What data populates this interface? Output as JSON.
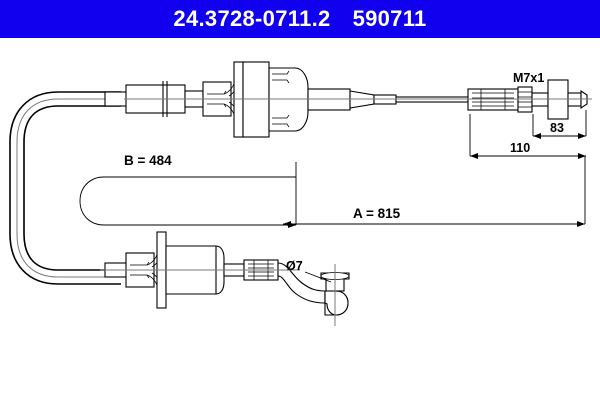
{
  "header": {
    "part_number": "24.3728-0711.2",
    "ref_number": "590711"
  },
  "drawing": {
    "title": "clutch-cable-technical-drawing",
    "labels": {
      "dim_b": "B = 484",
      "dim_a": "A = 815",
      "thread": "M7x1",
      "dim_83": "83",
      "dim_110": "110",
      "dia_7": "Ø7"
    },
    "colors": {
      "header_bg": "#1100ee",
      "header_text": "#ffffff",
      "line": "#000000",
      "centerline": "#7a7a7a",
      "background": "#ffffff"
    }
  }
}
